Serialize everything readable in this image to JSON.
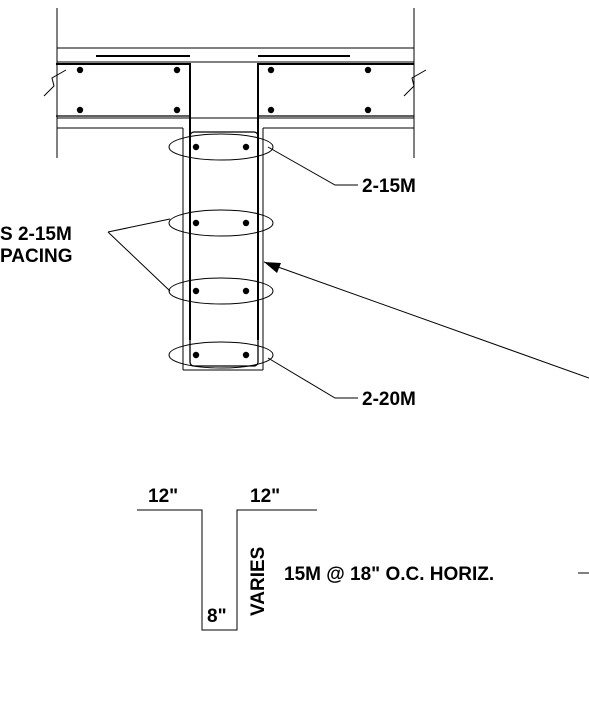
{
  "labels": {
    "top_bars": "2-15M",
    "stirrups_line1": "S 2-15M",
    "stirrups_line2": "PACING",
    "bottom_bars": "2-20M",
    "dim_left": "12\"",
    "dim_right": "12\"",
    "dim_width": "8\"",
    "dim_depth": "VARIES",
    "horiz_note": "15M @ 18\" O.C. HORIZ."
  }
}
